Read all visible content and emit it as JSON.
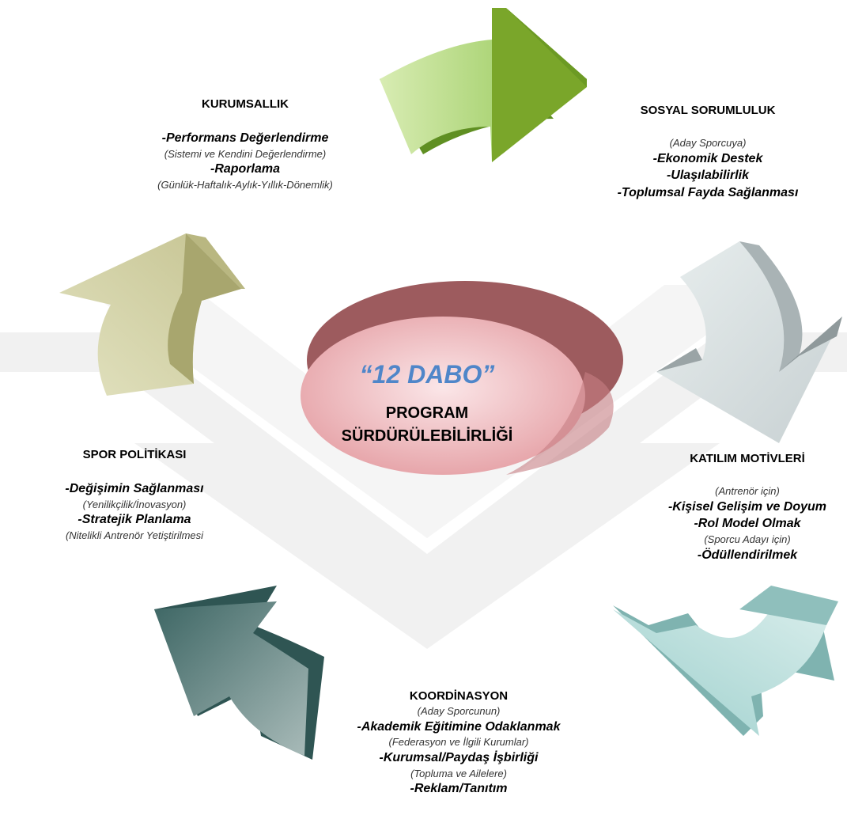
{
  "center": {
    "title": "“12 DABO”",
    "subtitle_line1": "PROGRAM",
    "subtitle_line2": "SÜRDÜRÜLEBİLİRLİĞİ"
  },
  "kurumsallik": {
    "heading": "KURUMSALLIK",
    "item1": "-Performans Değerlendirme",
    "note1": "(Sistemi ve Kendini Değerlendirme)",
    "item2": "-Raporlama",
    "note2": "(Günlük-Haftalık-Aylık-Yıllık-Dönemlik)"
  },
  "sosyal": {
    "heading": "SOSYAL SORUMLULUK",
    "note1": "(Aday Sporcuya)",
    "item1": "-Ekonomik Destek",
    "item2": "-Ulaşılabilirlik",
    "item3": "-Toplumsal Fayda Sağlanması"
  },
  "katilim": {
    "heading": "KATILIM MOTİVLERİ",
    "note1": "(Antrenör için)",
    "item1": "-Kişisel Gelişim ve Doyum",
    "item2": "-Rol Model Olmak",
    "note2": "(Sporcu Adayı için)",
    "item3": "-Ödüllendirilmek"
  },
  "koordinasyon": {
    "heading": "KOORDİNASYON",
    "note1": "(Aday Sporcunun)",
    "item1": "-Akademik Eğitimine Odaklanmak",
    "note2": "(Federasyon ve İlgili Kurumlar)",
    "item2": "-Kurumsal/Paydaş İşbirliği",
    "note3": "(Topluma ve Ailelere)",
    "item3": "-Reklam/Tanıtım"
  },
  "spor": {
    "heading": "SPOR POLİTİKASI",
    "item1": "-Değişimin Sağlanması",
    "note1": "(Yenilikçilik/İnovasyon)",
    "item2": "-Stratejik Planlama",
    "note2": "(Nitelikli Antrenör Yetiştirilmesi"
  },
  "colors": {
    "green": "#8cc63f",
    "gray": "#c9d2d4",
    "teal_light": "#a8d3d1",
    "teal_dark": "#3f6b69",
    "olive": "#c9c79a",
    "ellipse": "#e8a3a6"
  }
}
